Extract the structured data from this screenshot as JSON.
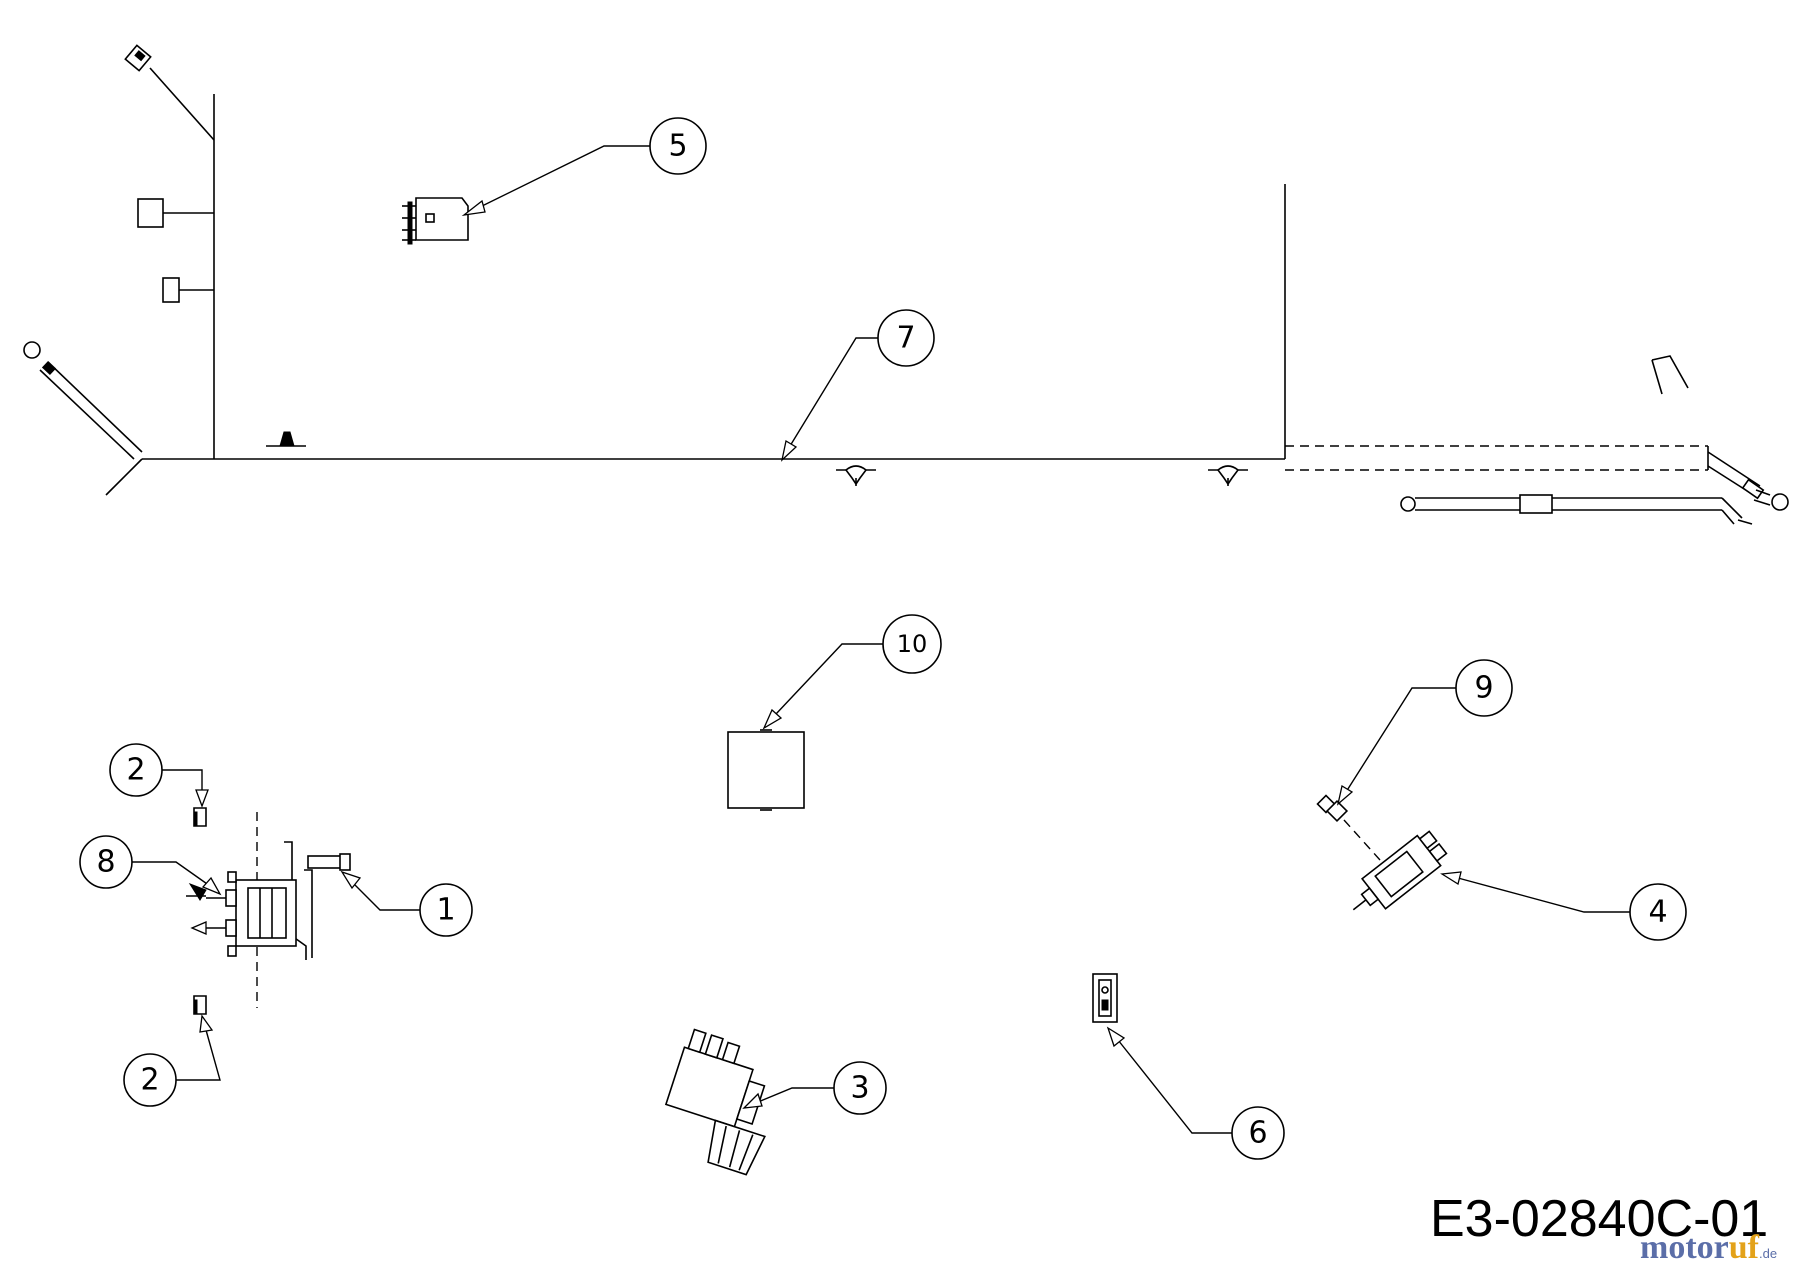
{
  "diagram": {
    "drawing_id": "E3-02840C-01",
    "watermark": {
      "main": "motor",
      "tail": "uf",
      "tld": ".de"
    },
    "callouts": [
      {
        "id": "c1",
        "label": "1"
      },
      {
        "id": "c2a",
        "label": "2"
      },
      {
        "id": "c2b",
        "label": "2"
      },
      {
        "id": "c3",
        "label": "3"
      },
      {
        "id": "c4",
        "label": "4"
      },
      {
        "id": "c5",
        "label": "5"
      },
      {
        "id": "c6",
        "label": "6"
      },
      {
        "id": "c7",
        "label": "7"
      },
      {
        "id": "c8",
        "label": "8"
      },
      {
        "id": "c9",
        "label": "9"
      },
      {
        "id": "c10",
        "label": "10"
      }
    ]
  }
}
